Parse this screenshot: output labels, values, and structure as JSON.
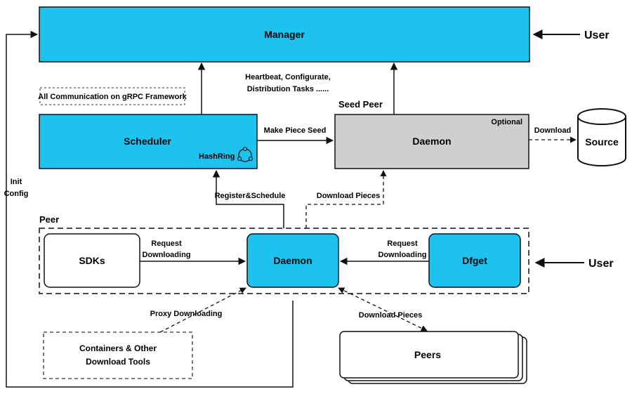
{
  "colors": {
    "blue": "#1ec2ef",
    "gray": "#cfcfcf",
    "stroke": "#111111"
  },
  "manager": {
    "label": "Manager"
  },
  "users": {
    "top": "User",
    "bottom": "User"
  },
  "grpc_note": "All Communication on gRPC Framework",
  "heartbeat": {
    "line1": "Heartbeat, Configurate,",
    "line2": "Distribution Tasks ......"
  },
  "scheduler": {
    "label": "Scheduler",
    "hashring": "HashRing",
    "hashring_icon": "hashring-icon"
  },
  "seed_peer": {
    "title": "Seed Peer",
    "daemon": "Daemon",
    "optional": "Optional"
  },
  "source": {
    "label": "Source",
    "download": "Download"
  },
  "edges": {
    "make_piece_seed": "Make Piece Seed",
    "register_schedule": "Register&Schedule",
    "download_pieces_up": "Download Pieces",
    "download_pieces_peers": "Download Pieces",
    "proxy_downloading": "Proxy Downloading",
    "request_downloading_left": {
      "line1": "Request",
      "line2": "Downloading"
    },
    "request_downloading_right": {
      "line1": "Request",
      "line2": "Downloading"
    },
    "init_config": {
      "line1": "Init",
      "line2": "Config"
    }
  },
  "peer": {
    "title": "Peer",
    "sdks": "SDKs",
    "daemon": "Daemon",
    "dfget": "Dfget"
  },
  "containers": {
    "line1": "Containers & Other",
    "line2": "Download Tools"
  },
  "peers": {
    "label": "Peers"
  }
}
